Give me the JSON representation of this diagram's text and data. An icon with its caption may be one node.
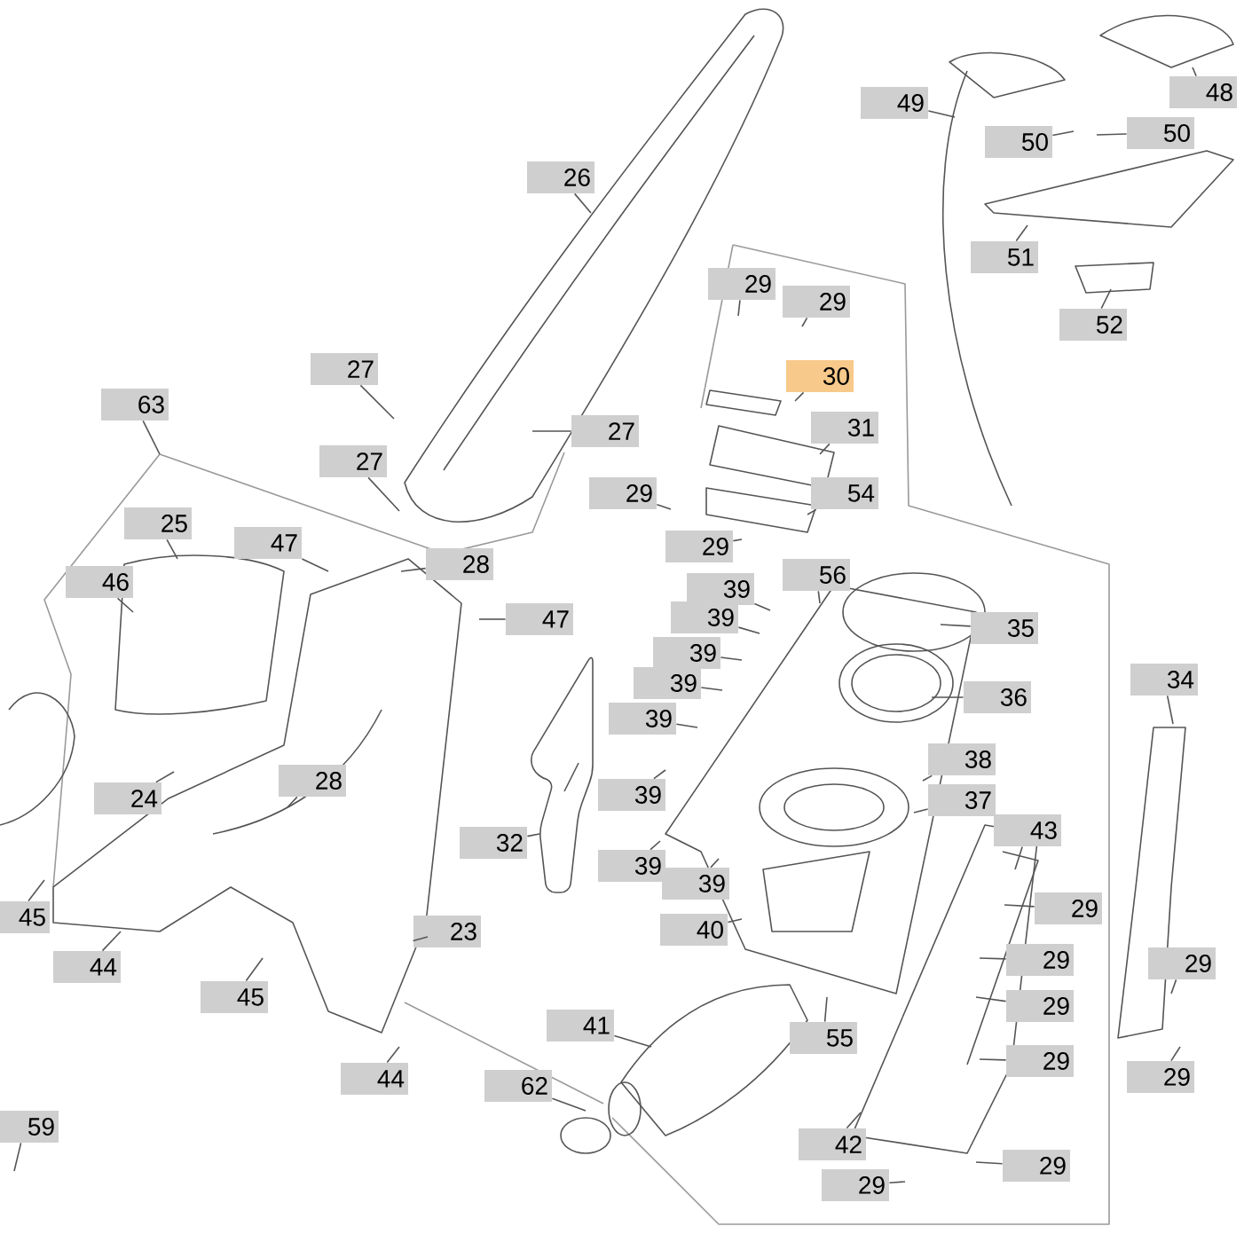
{
  "diagram": {
    "nodes": [
      {
        "text": [
          "26"
        ]
      },
      {
        "text": [
          "49"
        ]
      },
      {
        "text": [
          "48"
        ]
      },
      {
        "text": [
          "50"
        ]
      },
      {
        "text": [
          "50"
        ]
      },
      {
        "text": [
          "51"
        ]
      },
      {
        "text": [
          "29"
        ]
      },
      {
        "text": [
          "29"
        ]
      },
      {
        "text": [
          "52"
        ]
      },
      {
        "text": [
          "27"
        ]
      },
      {
        "text": [
          "30"
        ]
      },
      {
        "text": [
          "63"
        ]
      },
      {
        "text": [
          "31"
        ]
      },
      {
        "text": [
          "27"
        ]
      },
      {
        "text": [
          "27"
        ]
      },
      {
        "text": [
          "29"
        ]
      },
      {
        "text": [
          "54"
        ]
      },
      {
        "text": [
          "25"
        ]
      },
      {
        "text": [
          "47"
        ]
      },
      {
        "text": [
          "29"
        ]
      },
      {
        "text": [
          "28"
        ]
      },
      {
        "text": [
          "56"
        ]
      },
      {
        "text": [
          "46"
        ]
      },
      {
        "text": [
          "39"
        ]
      },
      {
        "text": [
          "39"
        ]
      },
      {
        "text": [
          "47"
        ]
      },
      {
        "text": [
          "35"
        ]
      },
      {
        "text": [
          "39"
        ]
      },
      {
        "text": [
          "39"
        ]
      },
      {
        "text": [
          "34"
        ]
      },
      {
        "text": [
          "36"
        ]
      },
      {
        "text": [
          "39"
        ]
      },
      {
        "text": [
          "38"
        ]
      },
      {
        "text": [
          "28"
        ]
      },
      {
        "text": [
          "24"
        ]
      },
      {
        "text": [
          "39"
        ]
      },
      {
        "text": [
          "37"
        ]
      },
      {
        "text": [
          "43"
        ]
      },
      {
        "text": [
          "32"
        ]
      },
      {
        "text": [
          "39"
        ]
      },
      {
        "text": [
          "39"
        ]
      },
      {
        "text": [
          "29"
        ]
      },
      {
        "text": [
          "45"
        ]
      },
      {
        "text": [
          "23"
        ]
      },
      {
        "text": [
          "40"
        ]
      },
      {
        "text": [
          "29"
        ]
      },
      {
        "text": [
          "44"
        ]
      },
      {
        "text": [
          "45"
        ]
      },
      {
        "text": [
          "29"
        ]
      },
      {
        "text": [
          "29"
        ]
      },
      {
        "text": [
          "41"
        ]
      },
      {
        "text": [
          "55"
        ]
      },
      {
        "text": [
          "29"
        ]
      },
      {
        "text": [
          "29"
        ]
      },
      {
        "text": [
          "44"
        ]
      },
      {
        "text": [
          "62"
        ]
      },
      {
        "text": [
          "59"
        ]
      },
      {
        "text": [
          "42"
        ]
      },
      {
        "text": [
          "29"
        ]
      },
      {
        "text": [
          "29"
        ]
      }
    ],
    "edges": [
      {
        "from": 0,
        "to": null,
        "arrow": "none"
      },
      {
        "from": 1,
        "to": null,
        "arrow": "none"
      },
      {
        "from": 2,
        "to": null,
        "arrow": "none"
      },
      {
        "from": 3,
        "to": null,
        "arrow": "none"
      },
      {
        "from": 4,
        "to": null,
        "arrow": "none"
      },
      {
        "from": 5,
        "to": null,
        "arrow": "none"
      },
      {
        "from": 6,
        "to": null,
        "arrow": "none"
      },
      {
        "from": 7,
        "to": null,
        "arrow": "none"
      },
      {
        "from": 8,
        "to": null,
        "arrow": "none"
      },
      {
        "from": 9,
        "to": null,
        "arrow": "none"
      },
      {
        "from": 10,
        "to": null,
        "arrow": "none"
      },
      {
        "from": 11,
        "to": null,
        "arrow": "none"
      },
      {
        "from": 12,
        "to": null,
        "arrow": "none"
      },
      {
        "from": 13,
        "to": null,
        "arrow": "none"
      },
      {
        "from": 14,
        "to": null,
        "arrow": "none"
      },
      {
        "from": 15,
        "to": null,
        "arrow": "none"
      },
      {
        "from": 16,
        "to": null,
        "arrow": "none"
      },
      {
        "from": 17,
        "to": null,
        "arrow": "none"
      },
      {
        "from": 18,
        "to": null,
        "arrow": "none"
      },
      {
        "from": 19,
        "to": null,
        "arrow": "none"
      },
      {
        "from": 20,
        "to": null,
        "arrow": "none"
      },
      {
        "from": 21,
        "to": null,
        "arrow": "none"
      },
      {
        "from": 22,
        "to": null,
        "arrow": "none"
      },
      {
        "from": 23,
        "to": null,
        "arrow": "none"
      },
      {
        "from": 24,
        "to": null,
        "arrow": "none"
      },
      {
        "from": 25,
        "to": null,
        "arrow": "none"
      },
      {
        "from": 26,
        "to": null,
        "arrow": "none"
      },
      {
        "from": 27,
        "to": null,
        "arrow": "none"
      },
      {
        "from": 28,
        "to": null,
        "arrow": "none"
      },
      {
        "from": 29,
        "to": null,
        "arrow": "none"
      },
      {
        "from": 30,
        "to": null,
        "arrow": "none"
      },
      {
        "from": 31,
        "to": null,
        "arrow": "none"
      },
      {
        "from": 32,
        "to": null,
        "arrow": "none"
      },
      {
        "from": 33,
        "to": null,
        "arrow": "none"
      },
      {
        "from": 34,
        "to": null,
        "arrow": "none"
      },
      {
        "from": 35,
        "to": null,
        "arrow": "none"
      },
      {
        "from": 36,
        "to": null,
        "arrow": "none"
      },
      {
        "from": 37,
        "to": null,
        "arrow": "none"
      },
      {
        "from": 38,
        "to": null,
        "arrow": "none"
      },
      {
        "from": 39,
        "to": null,
        "arrow": "none"
      },
      {
        "from": 40,
        "to": null,
        "arrow": "none"
      },
      {
        "from": 41,
        "to": null,
        "arrow": "none"
      },
      {
        "from": 42,
        "to": null,
        "arrow": "none"
      },
      {
        "from": 43,
        "to": null,
        "arrow": "none"
      },
      {
        "from": 44,
        "to": null,
        "arrow": "none"
      },
      {
        "from": 45,
        "to": null,
        "arrow": "none"
      },
      {
        "from": 46,
        "to": null,
        "arrow": "none"
      },
      {
        "from": 47,
        "to": null,
        "arrow": "none"
      },
      {
        "from": 48,
        "to": null,
        "arrow": "none"
      },
      {
        "from": 49,
        "to": null,
        "arrow": "none"
      },
      {
        "from": 50,
        "to": null,
        "arrow": "none"
      },
      {
        "from": 51,
        "to": null,
        "arrow": "none"
      },
      {
        "from": 52,
        "to": null,
        "arrow": "none"
      },
      {
        "from": 53,
        "to": null,
        "arrow": "none"
      },
      {
        "from": 54,
        "to": null,
        "arrow": "none"
      },
      {
        "from": 55,
        "to": null,
        "arrow": "none"
      },
      {
        "from": 56,
        "to": null,
        "arrow": "none"
      },
      {
        "from": 57,
        "to": null,
        "arrow": "none"
      },
      {
        "from": 58,
        "to": null,
        "arrow": "none"
      },
      {
        "from": 59,
        "to": null,
        "arrow": "none"
      }
    ]
  }
}
